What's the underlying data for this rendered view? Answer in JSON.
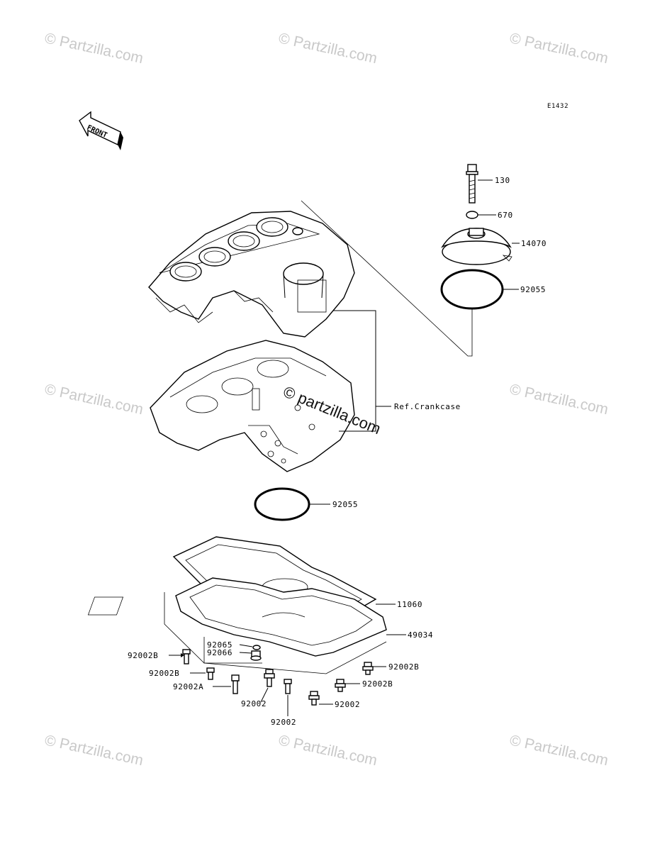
{
  "diagram_code": "E1432",
  "front_label": "FRONT",
  "watermark": "© Partzilla.com",
  "center_watermark": "© partzilla.com",
  "reference_label": "Ref.Crankcase",
  "part_labels": {
    "p130": "130",
    "p670": "670",
    "p14070": "14070",
    "p92055_top": "92055",
    "p92055_bottom": "92055",
    "p11060": "11060",
    "p49034": "49034",
    "p92065": "92065",
    "p92066": "92066",
    "p92002B_1": "92002B",
    "p92002B_2": "92002B",
    "p92002A": "92002A",
    "p92002_1": "92002",
    "p92002_2": "92002",
    "p92002_3": "92002",
    "p92002B_3": "92002B",
    "p92002B_4": "92002B"
  }
}
